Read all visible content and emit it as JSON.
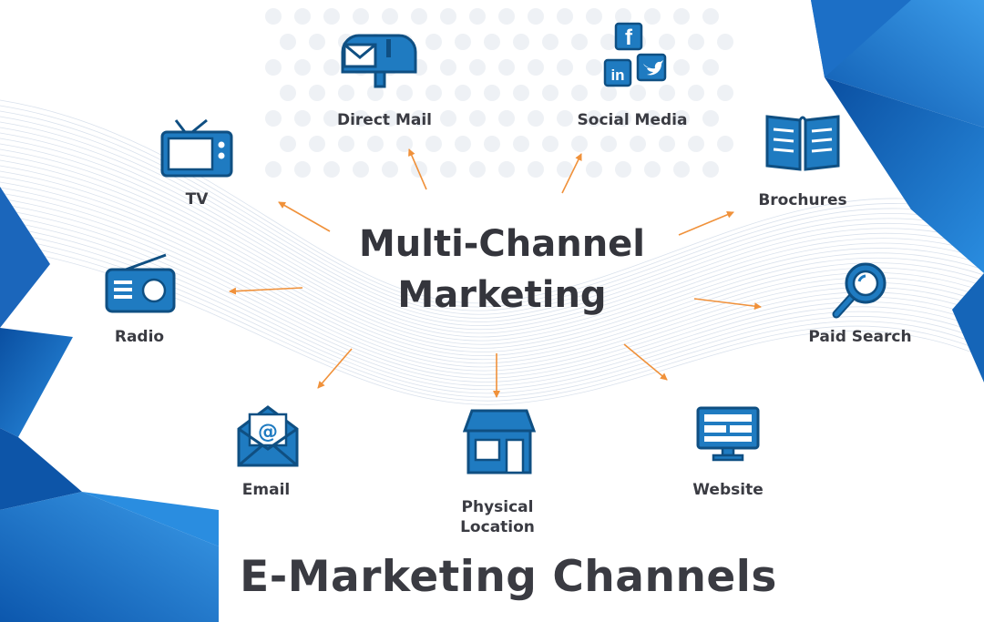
{
  "colors": {
    "icon_blue": "#1f7bc1",
    "icon_outline": "#0f4f82",
    "arrow_orange": "#f0913a",
    "text_dark": "#3a3b42",
    "corner_blue_dark": "#0a4fa1",
    "corner_blue_light": "#2a8de0"
  },
  "diagram": {
    "center_title_line1": "Multi-Channel",
    "center_title_line2": "Marketing",
    "footer_title": "E-Marketing Channels",
    "channels": [
      {
        "key": "direct_mail",
        "label": "Direct Mail",
        "icon": "mailbox-icon"
      },
      {
        "key": "social_media",
        "label": "Social Media",
        "icon": "social-media-icon"
      },
      {
        "key": "tv",
        "label": "TV",
        "icon": "tv-icon"
      },
      {
        "key": "brochures",
        "label": "Brochures",
        "icon": "brochure-icon"
      },
      {
        "key": "radio",
        "label": "Radio",
        "icon": "radio-icon"
      },
      {
        "key": "paid_search",
        "label": "Paid Search",
        "icon": "magnifier-icon"
      },
      {
        "key": "email",
        "label": "Email",
        "icon": "envelope-icon"
      },
      {
        "key": "physical_location",
        "label_line1": "Physical",
        "label_line2": "Location",
        "icon": "storefront-icon"
      },
      {
        "key": "website",
        "label": "Website",
        "icon": "monitor-icon"
      }
    ]
  }
}
